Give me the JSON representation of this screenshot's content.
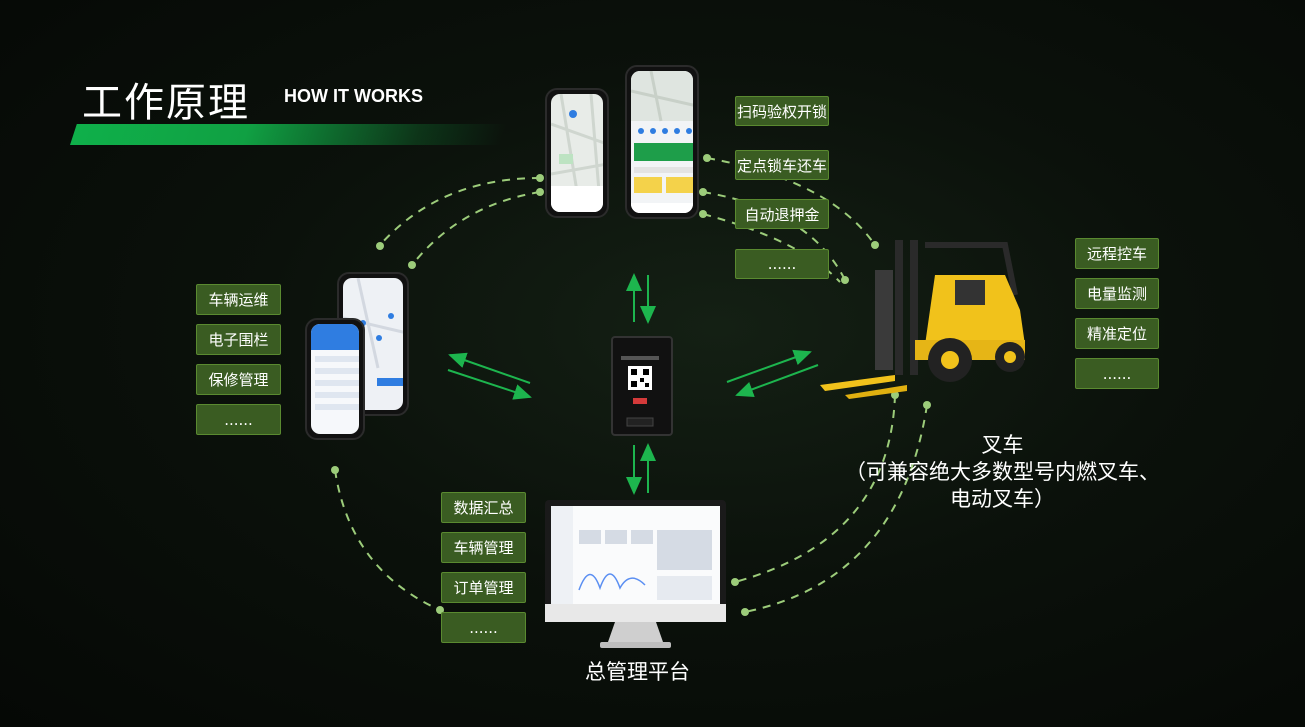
{
  "header": {
    "title": "工作原理",
    "subtitle": "HOW IT WORKS"
  },
  "app_tags": [
    "扫码验权开锁",
    "定点锁车还车",
    "自动退押金",
    "......"
  ],
  "ops_tags": [
    "车辆运维",
    "电子围栏",
    "保修管理",
    "......"
  ],
  "forklift_tags": [
    "远程控车",
    "电量监测",
    "精准定位",
    "......"
  ],
  "platform_tags": [
    "数据汇总",
    "车辆管理",
    "订单管理",
    "......"
  ],
  "forklift_caption": {
    "line1": "叉车",
    "line2": "（可兼容绝大多数型号内燃叉车、",
    "line3": "电动叉车）"
  },
  "platform_caption": "总管理平台",
  "colors": {
    "accent": "#0fb04a",
    "tag_bg": "#3a5c22",
    "dash": "#9ccc7a",
    "arrow": "#1db54e"
  }
}
